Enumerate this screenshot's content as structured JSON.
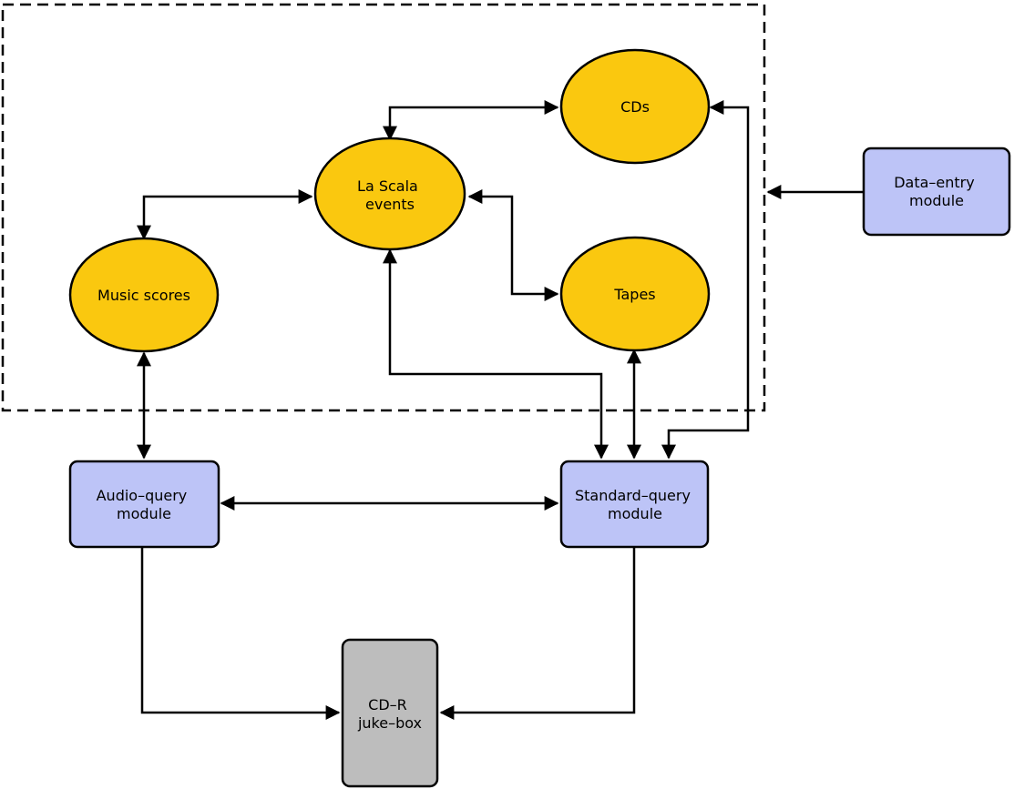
{
  "colors": {
    "ellipse_fill": "#FAC80F",
    "module_fill": "#BDC4F7",
    "jukebox_fill": "#BDBDBD",
    "stroke": "#000000"
  },
  "nodes": {
    "cds": {
      "lines": [
        "CDs"
      ]
    },
    "la_scala": {
      "lines": [
        "La Scala",
        "events"
      ]
    },
    "music_scores": {
      "lines": [
        "Music scores"
      ]
    },
    "tapes": {
      "lines": [
        "Tapes"
      ]
    },
    "data_entry": {
      "lines": [
        "Data–entry",
        "module"
      ]
    },
    "audio_query": {
      "lines": [
        "Audio–query",
        "module"
      ]
    },
    "standard_query": {
      "lines": [
        "Standard–query",
        "module"
      ]
    },
    "jukebox": {
      "lines": [
        "CD–R",
        "juke–box"
      ]
    }
  }
}
